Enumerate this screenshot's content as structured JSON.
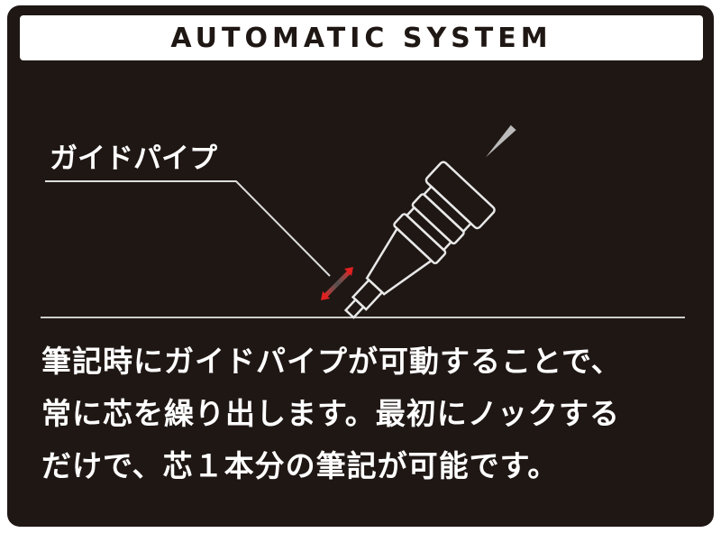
{
  "header": {
    "title": "AUTOMATIC SYSTEM"
  },
  "callout": {
    "label": "ガイドパイプ"
  },
  "description": {
    "lines": [
      "筆記時にガイドパイプが可動することで、",
      "常に芯を繰り出します。最初にノックする",
      "だけで、芯１本分の筆記が可能です。"
    ]
  },
  "colors": {
    "background": "#1f1714",
    "text": "#ffffff",
    "arrow": "#e02020"
  }
}
